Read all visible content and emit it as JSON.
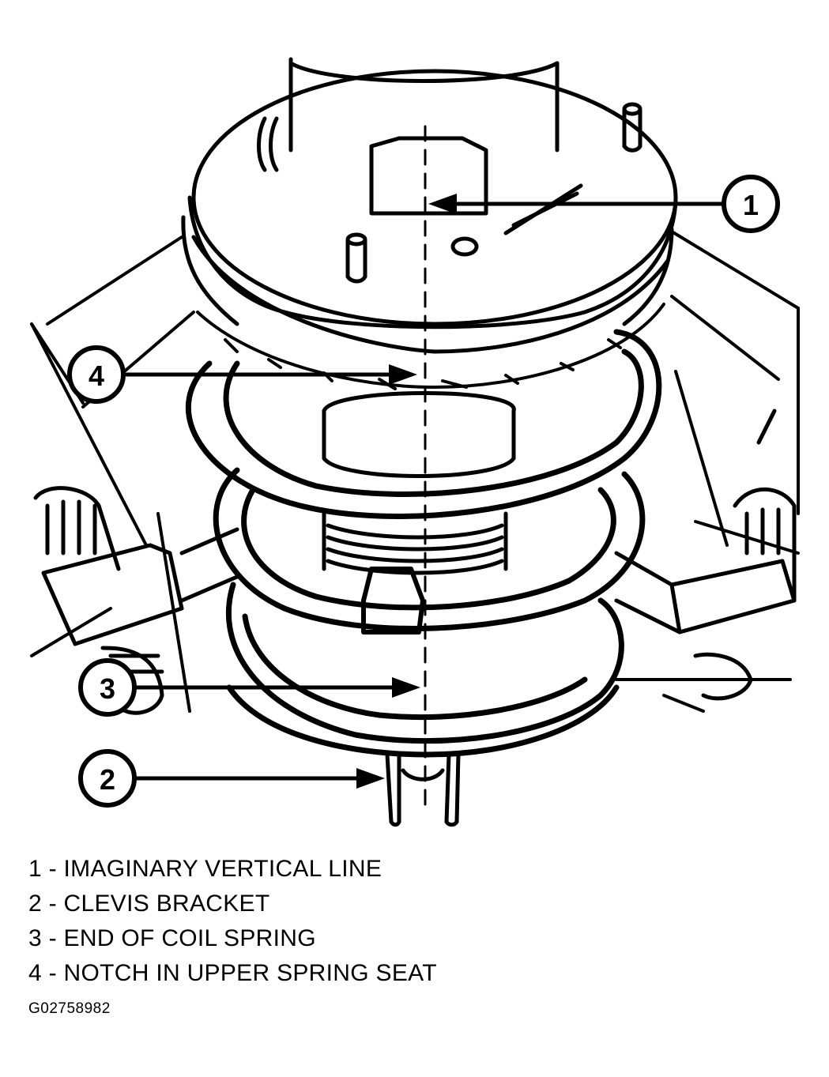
{
  "callouts": [
    {
      "number": "1",
      "target": "imaginary vertical line"
    },
    {
      "number": "2",
      "target": "clevis bracket"
    },
    {
      "number": "3",
      "target": "end of coil spring"
    },
    {
      "number": "4",
      "target": "notch in upper spring seat"
    }
  ],
  "legend": [
    "1 - IMAGINARY VERTICAL LINE",
    "2 - CLEVIS BRACKET",
    "3 - END OF COIL SPRING",
    "4 - NOTCH IN UPPER SPRING SEAT"
  ],
  "figure_id": "G02758982",
  "colors": {
    "ink": "#000000",
    "paper": "#ffffff"
  }
}
